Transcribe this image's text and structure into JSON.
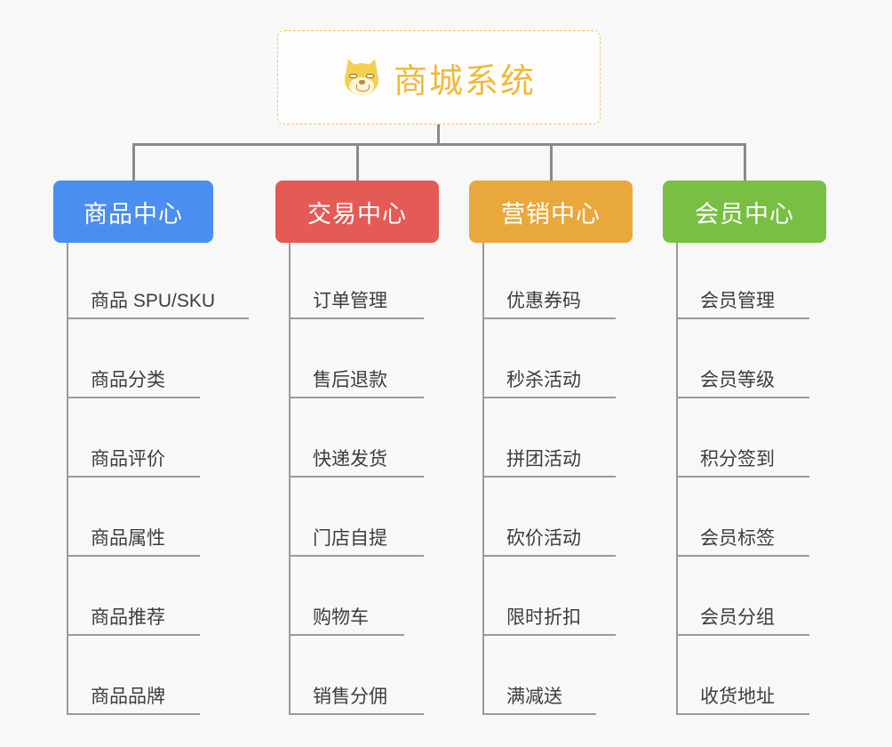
{
  "canvas": {
    "background": "#f8f8f8",
    "line_color": "#8a8a8a"
  },
  "root": {
    "title": "商城系统",
    "icon": "shiba-inu-dog-face",
    "emoji": "🐕",
    "text_color": "#f0b93d",
    "border_color": "#f0c368",
    "border_style": "dashed"
  },
  "categories": [
    {
      "label": "商品中心",
      "color": "#4a8ef0",
      "items": [
        {
          "label": "商品 SPU/SKU",
          "underline_width": 205
        },
        {
          "label": "商品分类",
          "underline_width": 150
        },
        {
          "label": "商品评价",
          "underline_width": 150
        },
        {
          "label": "商品属性",
          "underline_width": 150
        },
        {
          "label": "商品推荐",
          "underline_width": 150
        },
        {
          "label": "商品品牌",
          "underline_width": 150
        }
      ]
    },
    {
      "label": "交易中心",
      "color": "#e45b55",
      "items": [
        {
          "label": "订单管理",
          "underline_width": 152
        },
        {
          "label": "售后退款",
          "underline_width": 152
        },
        {
          "label": "快递发货",
          "underline_width": 152
        },
        {
          "label": "门店自提",
          "underline_width": 152
        },
        {
          "label": "购物车",
          "underline_width": 130
        },
        {
          "label": "销售分佣",
          "underline_width": 152
        }
      ]
    },
    {
      "label": "营销中心",
      "color": "#e9a83c",
      "items": [
        {
          "label": "优惠券码",
          "underline_width": 150
        },
        {
          "label": "秒杀活动",
          "underline_width": 150
        },
        {
          "label": "拼团活动",
          "underline_width": 150
        },
        {
          "label": "砍价活动",
          "underline_width": 150
        },
        {
          "label": "限时折扣",
          "underline_width": 150
        },
        {
          "label": "满减送",
          "underline_width": 128
        }
      ]
    },
    {
      "label": "会员中心",
      "color": "#78bf43",
      "items": [
        {
          "label": "会员管理",
          "underline_width": 150
        },
        {
          "label": "会员等级",
          "underline_width": 150
        },
        {
          "label": "积分签到",
          "underline_width": 150
        },
        {
          "label": "会员标签",
          "underline_width": 150
        },
        {
          "label": "会员分组",
          "underline_width": 150
        },
        {
          "label": "收货地址",
          "underline_width": 150
        }
      ]
    }
  ]
}
